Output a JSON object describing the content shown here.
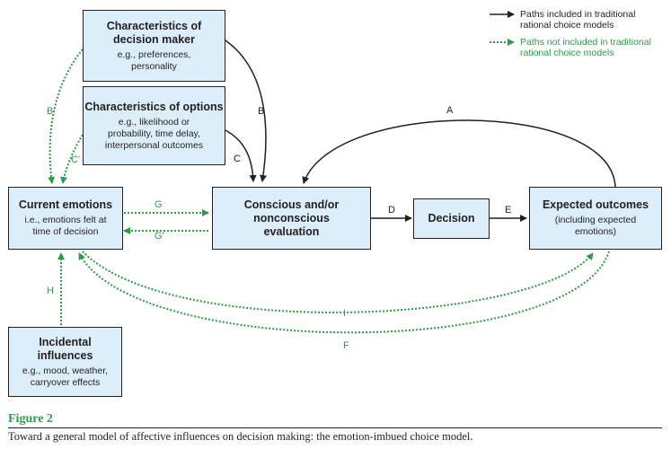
{
  "legend": {
    "solid_label": "Paths included in traditional rational choice models",
    "dotted_label": "Paths not included in traditional rational choice models"
  },
  "boxes": {
    "decision_maker": {
      "title": "Characteristics of decision maker",
      "sub": "e.g., preferences, personality"
    },
    "options": {
      "title": "Characteristics of options",
      "sub": "e.g., likelihood or probability, time delay, interpersonal outcomes"
    },
    "current_emotions": {
      "title": "Current emotions",
      "sub": "i.e., emotions felt at time of decision"
    },
    "evaluation": {
      "title": "Conscious and/or nonconscious evaluation"
    },
    "decision": {
      "title": "Decision"
    },
    "expected_outcomes": {
      "title": "Expected outcomes",
      "sub": "(including expected emotions)"
    },
    "incidental": {
      "title": "Incidental influences",
      "sub": "e.g., mood, weather, carryover effects"
    }
  },
  "paths": {
    "A": "A",
    "B": "B",
    "B_prime": "B'",
    "C": "C",
    "C_prime": "C'",
    "D": "D",
    "E": "E",
    "F": "F",
    "G": "G",
    "G_prime": "G'",
    "H": "H",
    "I": "I"
  },
  "colors": {
    "box_fill": "#dbeefa",
    "solid_path": "#231f20",
    "dotted_path": "#2e9a46"
  },
  "figure": {
    "title": "Figure 2",
    "caption": "Toward a general model of affective influences on decision making: the emotion-imbued choice model."
  }
}
